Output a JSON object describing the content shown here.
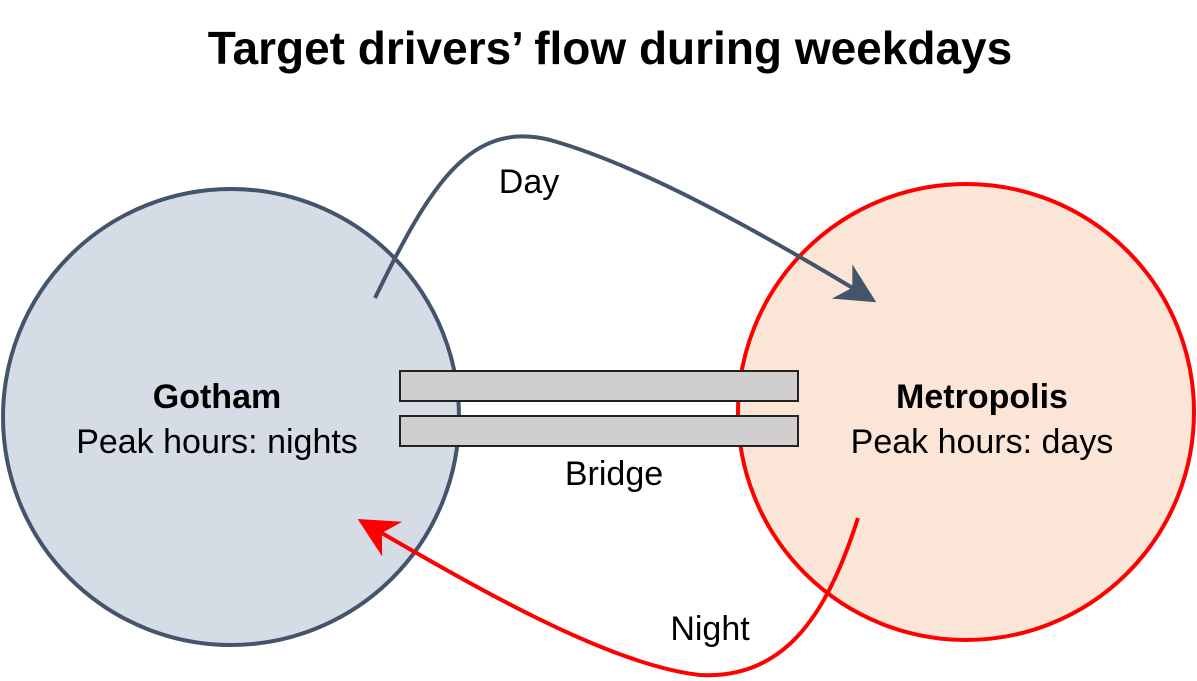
{
  "title": "Target drivers’ flow during weekdays",
  "colors": {
    "gotham_fill": "#d5dce6",
    "gotham_stroke": "#44546a",
    "metropolis_fill": "#fbe5d6",
    "metropolis_stroke": "#ff0000",
    "bridge_fill": "#d0cece",
    "bridge_stroke": "#222222",
    "day_arrow": "#44546a",
    "night_arrow": "#ff0000"
  },
  "cities": {
    "gotham": {
      "name": "Gotham",
      "peak": "Peak hours: nights"
    },
    "metropolis": {
      "name": "Metropolis",
      "peak": "Peak hours: days"
    }
  },
  "bridge": {
    "label": "Bridge"
  },
  "flows": {
    "day": {
      "label": "Day",
      "from": "Gotham",
      "to": "Metropolis"
    },
    "night": {
      "label": "Night",
      "from": "Metropolis",
      "to": "Gotham"
    }
  }
}
